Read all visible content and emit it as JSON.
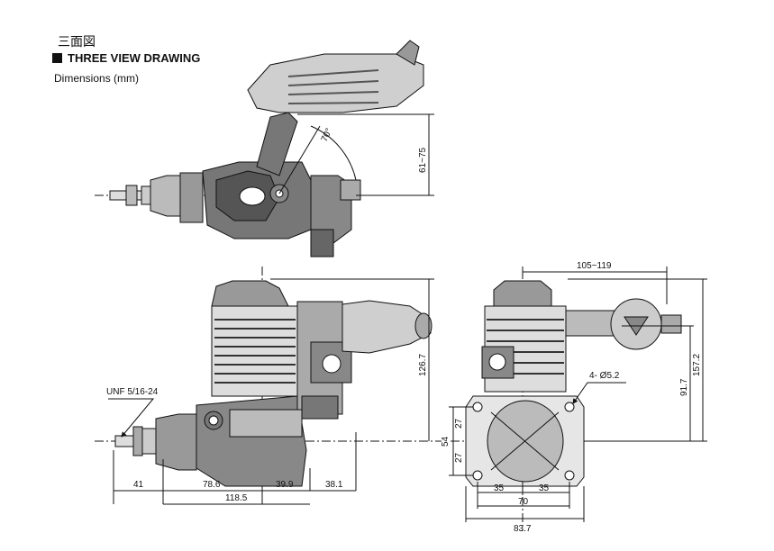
{
  "header": {
    "jp_title": "三面図",
    "title": "THREE VIEW DRAWING",
    "units": "Dimensions (mm)"
  },
  "dimensions": {
    "top_view": {
      "angle": "70°",
      "height": "61~75"
    },
    "side_view": {
      "thread": "UNF 5/16-24",
      "overall_height": "126.7",
      "d41": "41",
      "d786": "78.6",
      "d399": "39.9",
      "d381": "38.1",
      "d1185": "118.5"
    },
    "front_view": {
      "width_top": "105~119",
      "hole": "4- Ø5.2",
      "h917": "91.7",
      "h1572": "157.2",
      "v27a": "27",
      "v27b": "27",
      "v54": "54",
      "d35a": "35",
      "d35b": "35",
      "d70": "70",
      "d837": "83.7"
    }
  }
}
